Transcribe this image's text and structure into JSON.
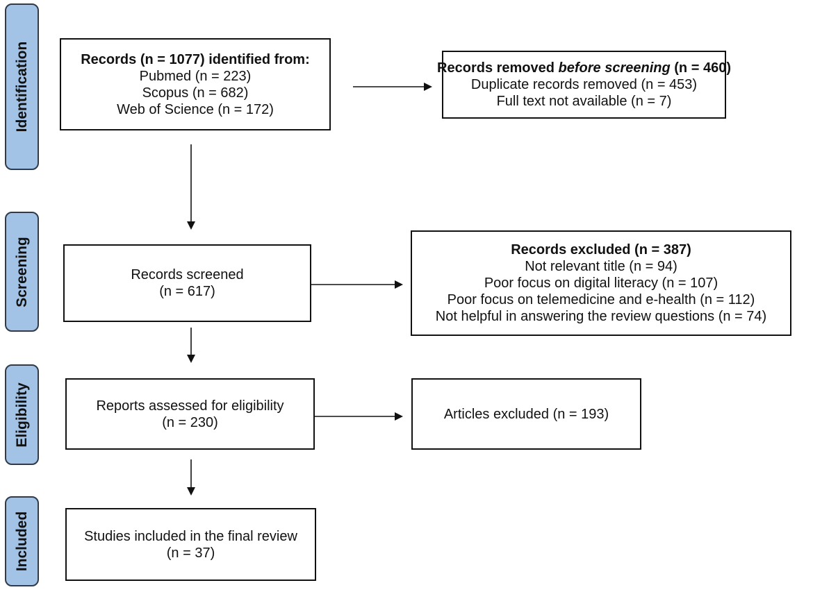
{
  "phases": {
    "identification": "Identification",
    "screening": "Screening",
    "eligibility": "Eligibility",
    "included": "Included"
  },
  "identified": {
    "title": "Records (n = 1077) identified from:",
    "sources": [
      "Pubmed (n = 223)",
      "Scopus (n = 682)",
      "Web of Science (n = 172)"
    ]
  },
  "removed": {
    "title_prefix": "Records removed ",
    "title_emphasis": "before screening",
    "title_suffix": " (n = 460)",
    "lines": [
      "Duplicate records removed (n = 453)",
      "Full text not available (n = 7)"
    ]
  },
  "screened": {
    "label": "Records screened",
    "count": "(n = 617)"
  },
  "excluded_records": {
    "title": "Records excluded (n = 387)",
    "lines": [
      "Not relevant title (n = 94)",
      "Poor focus on digital literacy (n = 107)",
      "Poor focus on telemedicine and e-health (n = 112)",
      "Not helpful in answering the review questions (n = 74)"
    ]
  },
  "eligibility": {
    "label": "Reports assessed for eligibility",
    "count": "(n = 230)"
  },
  "articles_excluded": {
    "label": "Articles excluded (n = 193)"
  },
  "included": {
    "label": "Studies included in the final review",
    "count": "(n = 37)"
  }
}
